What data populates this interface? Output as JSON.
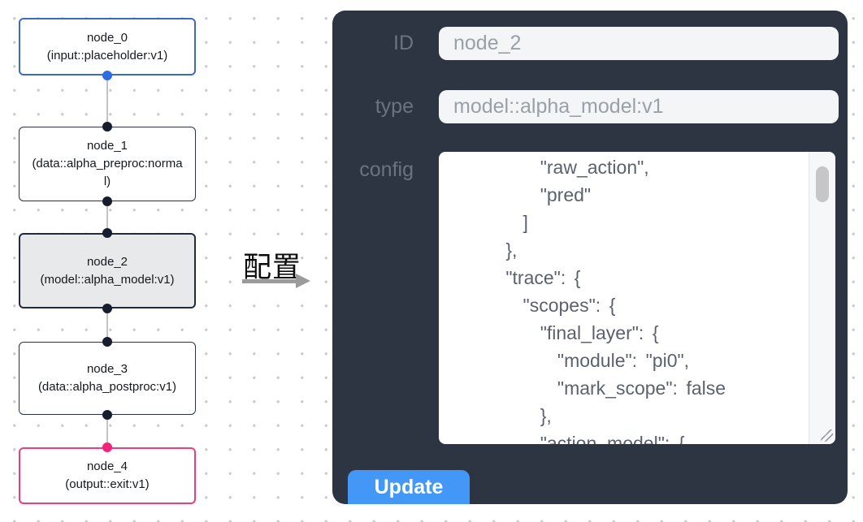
{
  "canvas": {
    "nodes": [
      {
        "title": "node_0",
        "subtitle": "(input::placeholder:v1)"
      },
      {
        "title": "node_1",
        "subtitle": "(data::alpha_preproc:normal)"
      },
      {
        "title": "node_2",
        "subtitle": "(model::alpha_model:v1)",
        "selected": true
      },
      {
        "title": "node_3",
        "subtitle": "(data::alpha_postproc:v1)"
      },
      {
        "title": "node_4",
        "subtitle": "(output::exit:v1)"
      }
    ]
  },
  "transfer": {
    "label": "配置"
  },
  "panel": {
    "id_label": "ID",
    "id_value": "node_2",
    "type_label": "type",
    "type_value": "model::alpha_model:v1",
    "config_label": "config",
    "config_text": "        \"raw_action\",\n        \"pred\"\n      ]\n    },\n    \"trace\": {\n      \"scopes\": {\n        \"final_layer\": {\n          \"module\": \"pi0\",\n          \"mark_scope\": false\n        },\n        \"action_model\": {",
    "update_label": "Update"
  },
  "colors": {
    "panel_bg": "#2d3442",
    "input_bg": "#f3f5f7",
    "update_button": "#4398f7",
    "node_input_border": "#3e68c8",
    "node_default_border": "#28304a",
    "node_selected_bg": "#e8e9eb",
    "node_output_border": "#ee3c7d",
    "port_blue": "#2e6be0",
    "port_dark": "#161d2e",
    "port_pink": "#f2237a",
    "edge": "#c2c2c4",
    "grid_dot": "#c9ccd0"
  }
}
